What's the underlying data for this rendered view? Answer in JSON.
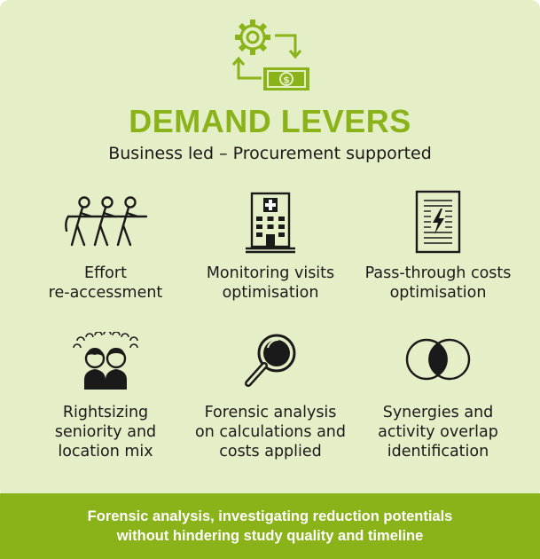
{
  "header": {
    "icon": "gear-money-cycle-icon",
    "title": "DEMAND LEVERS",
    "subtitle": "Business led – Procurement supported"
  },
  "levers": [
    {
      "icon": "tug-of-war-icon",
      "label": "Effort\nre-accessment"
    },
    {
      "icon": "hospital-building-icon",
      "label": "Monitoring visits\noptimisation"
    },
    {
      "icon": "document-lightning-icon",
      "label": "Pass-through costs\noptimisation"
    },
    {
      "icon": "team-crowd-icon",
      "label": "Rightsizing\nseniority and\nlocation mix"
    },
    {
      "icon": "magnifying-glass-icon",
      "label": "Forensic analysis\non calculations and\ncosts applied"
    },
    {
      "icon": "venn-overlap-icon",
      "label": "Synergies and\nactivity overlap\nidentification"
    }
  ],
  "footer": {
    "text": "Forensic analysis, investigating reduction potentials\nwithout hindering study quality and timeline"
  },
  "colors": {
    "accent": "#8ab31a",
    "panel": "#e5efc7",
    "ink": "#1a1a1a"
  }
}
